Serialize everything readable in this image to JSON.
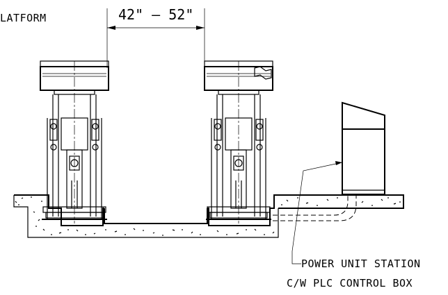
{
  "labels": {
    "platform": "LATFORM",
    "dimension": "42\" – 52\"",
    "power_unit_line1": "POWER UNIT STATION",
    "power_unit_line2": "C/W PLC CONTROL BOX"
  }
}
